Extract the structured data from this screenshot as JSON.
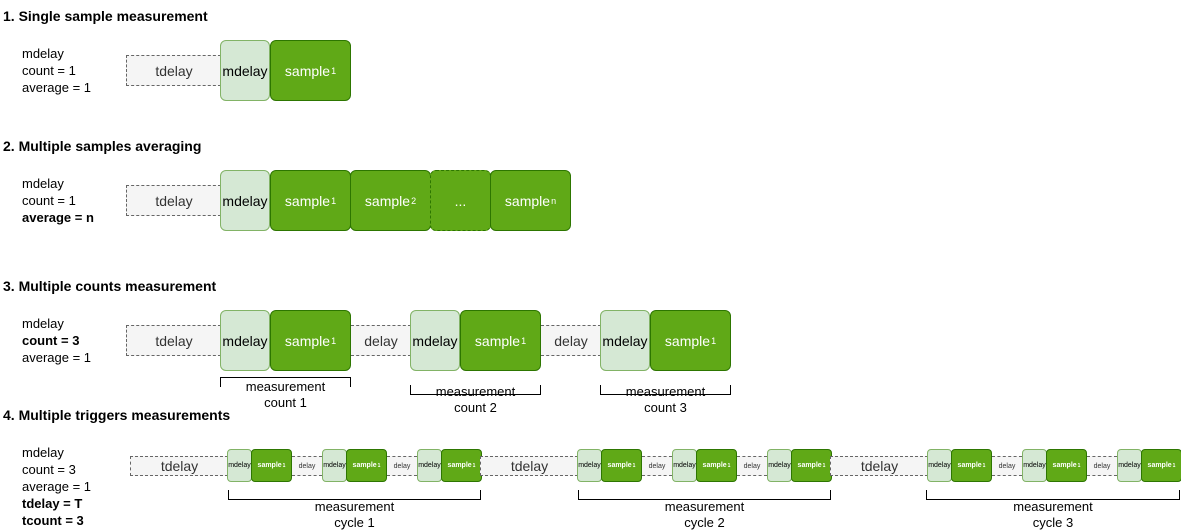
{
  "sections": [
    {
      "title": "1. Single sample measurement",
      "params": [
        "mdelay",
        "count = 1",
        "average = 1"
      ],
      "blocks": {
        "tdelay": "tdelay",
        "mdelay": "mdelay",
        "sample1": "sample",
        "sample1_sub": "1"
      }
    },
    {
      "title": "2. Multiple samples averaging",
      "params": [
        "mdelay",
        "count = 1",
        "average = n"
      ],
      "blocks": {
        "tdelay": "tdelay",
        "mdelay": "mdelay",
        "sample1": "sample",
        "sample1_sub": "1",
        "sample2": "sample",
        "sample2_sub": "2",
        "ellipsis": "...",
        "samplen": "sample",
        "samplen_sub": "n"
      }
    },
    {
      "title": "3. Multiple counts measurement",
      "params": [
        "mdelay",
        "count = 3",
        "average = 1"
      ],
      "blocks": {
        "tdelay": "tdelay",
        "mdelay": "mdelay",
        "sample": "sample",
        "sample_sub": "1",
        "delay": "delay"
      },
      "labels": [
        {
          "line1": "measurement",
          "line2": "count 1"
        },
        {
          "line1": "measurement",
          "line2": "count 2"
        },
        {
          "line1": "measurement",
          "line2": "count 3"
        }
      ]
    },
    {
      "title": "4. Multiple triggers measurements",
      "params": [
        "mdelay",
        "count = 3",
        "average = 1",
        "tdelay = T",
        "tcount = 3"
      ],
      "blocks": {
        "tdelay": "tdelay",
        "mdelay": "mdelay",
        "sample": "sample",
        "sample_sub": "1",
        "delay": "delay"
      },
      "labels": [
        {
          "line1": "measurement",
          "line2": "cycle 1"
        },
        {
          "line1": "measurement",
          "line2": "cycle 2"
        },
        {
          "line1": "measurement",
          "line2": "cycle 3"
        }
      ]
    }
  ]
}
